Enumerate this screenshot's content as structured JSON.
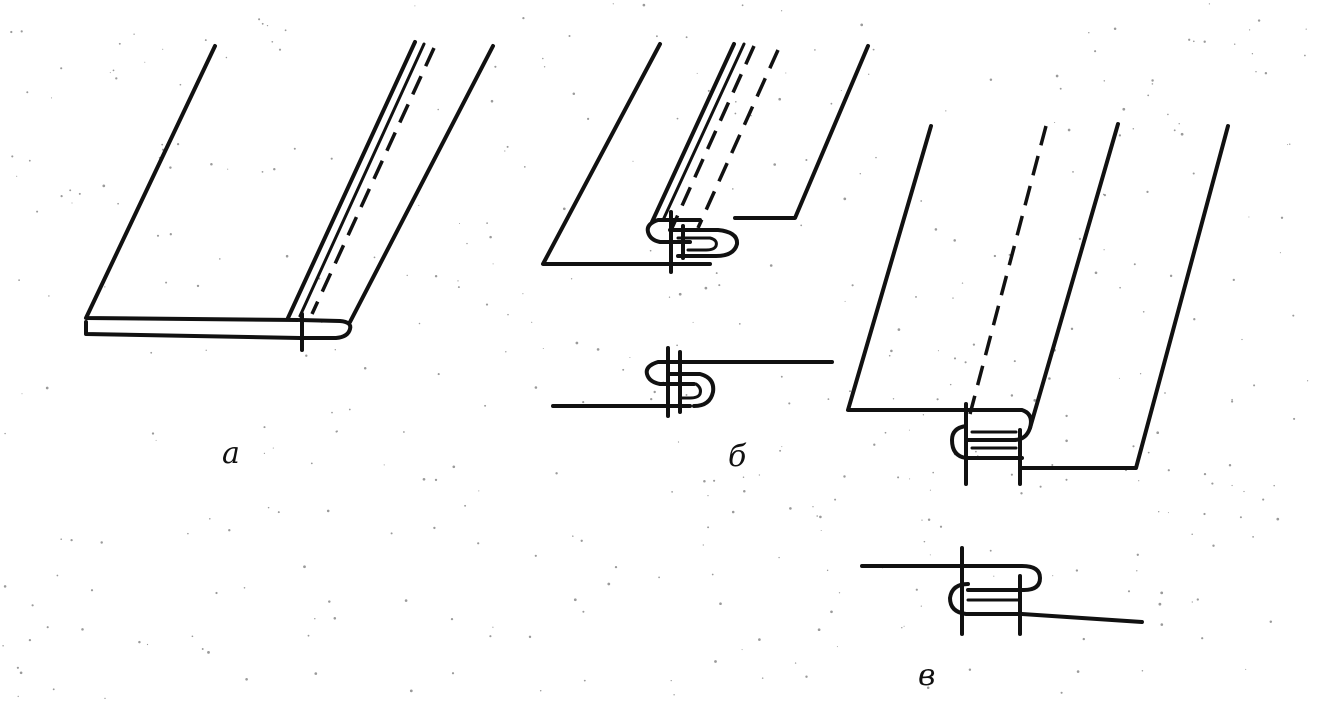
{
  "figure": {
    "labels": {
      "a": "а",
      "b": "б",
      "v": "в"
    }
  }
}
